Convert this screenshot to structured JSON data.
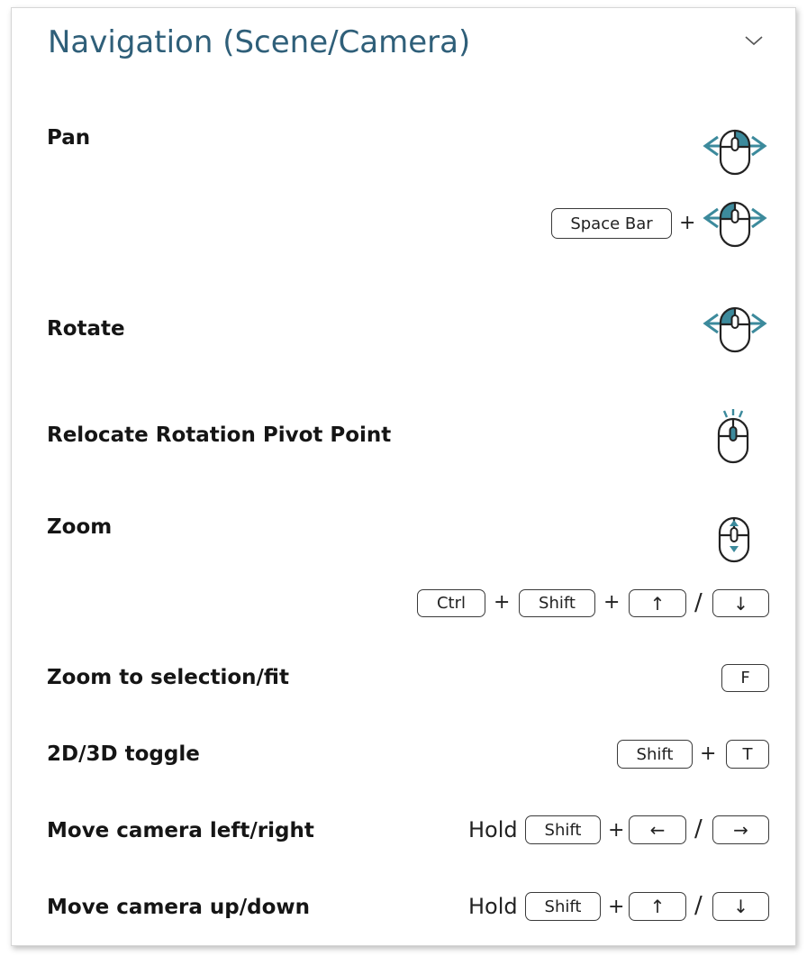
{
  "header": {
    "title": "Navigation (Scene/Camera)",
    "collapse_icon": "chevron-down-icon"
  },
  "colors": {
    "accent": "#3c8a9c",
    "title": "#2f5f79"
  },
  "rows": {
    "pan": {
      "label": "Pan",
      "key_space": "Space Bar",
      "plus": "+"
    },
    "rotate": {
      "label": "Rotate"
    },
    "relocate": {
      "label": "Relocate Rotation Pivot Point"
    },
    "zoom": {
      "label": "Zoom",
      "key_ctrl": "Ctrl",
      "plus1": "+",
      "key_shift": "Shift",
      "plus2": "+",
      "key_up": "↑",
      "slash": "/",
      "key_down": "↓"
    },
    "zoom_fit": {
      "label": "Zoom to selection/fit",
      "key_f": "F"
    },
    "toggle": {
      "label": "2D/3D toggle",
      "key_shift": "Shift",
      "plus": "+",
      "key_t": "T"
    },
    "move_lr": {
      "label": "Move camera left/right",
      "hold": "Hold",
      "key_shift": "Shift",
      "plus": "+",
      "key_left": "←",
      "slash": "/",
      "key_right": "→"
    },
    "move_ud": {
      "label": "Move camera up/down",
      "hold": "Hold",
      "key_shift": "Shift",
      "plus": "+",
      "key_up": "↑",
      "slash": "/",
      "key_down": "↓"
    }
  }
}
